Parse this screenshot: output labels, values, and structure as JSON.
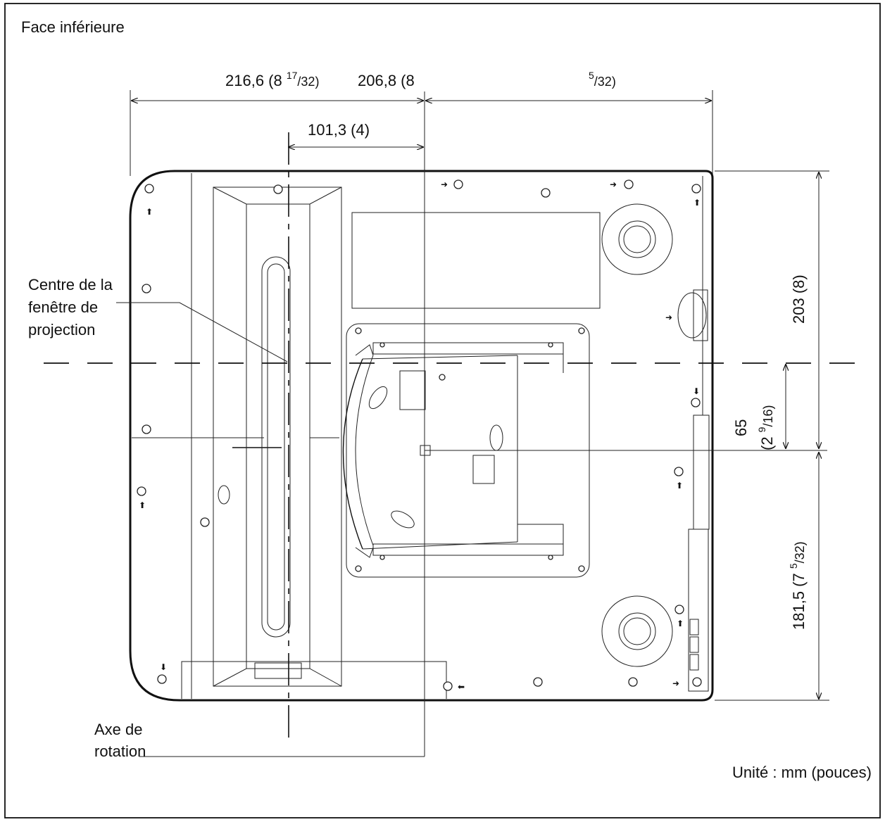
{
  "labels": {
    "title": "Face inférieure",
    "unit": "Unité : mm (pouces)",
    "center_window": [
      "Centre de la",
      "fenêtre de",
      "projection"
    ],
    "rotation_axis": [
      "Axe de",
      "rotation"
    ]
  },
  "dimensions": {
    "top_left_main": "216,6 (8 ",
    "top_left_sup": "17",
    "top_left_sub": "/32)",
    "top_mid": "206,8 (8",
    "top_right_sup": "5",
    "top_right_sub": "/32)",
    "inner_width": "101,3 (4)",
    "right_top": "203 (8)",
    "right_mid_a": "65",
    "right_mid_b": "(2 ",
    "right_mid_b_sup": "9",
    "right_mid_b_sub": "/16)",
    "right_bottom_main": "181,5 (7 ",
    "right_bottom_sup": "5",
    "right_bottom_sub": "/32)"
  },
  "colors": {
    "ink": "#111111",
    "background": "#ffffff"
  }
}
